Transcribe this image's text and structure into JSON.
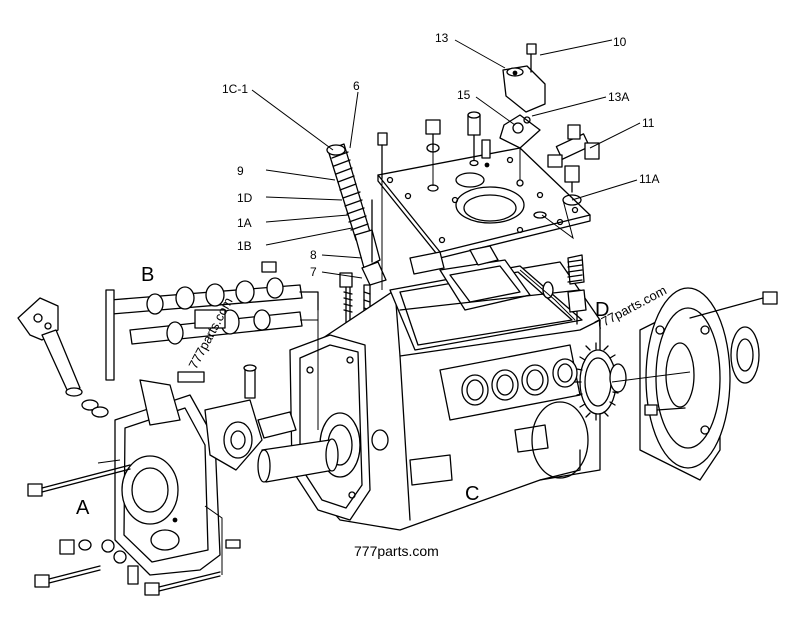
{
  "part_labels": {
    "p1C1": "1C-1",
    "p6": "6",
    "p9": "9",
    "p1D": "1D",
    "p1A": "1A",
    "p1B": "1B",
    "p8": "8",
    "p7": "7",
    "p13": "13",
    "p10": "10",
    "p15": "15",
    "p13A": "13A",
    "p11": "11",
    "p11A": "11A"
  },
  "group_labels": {
    "A": "A",
    "B": "B",
    "C": "C",
    "D": "D"
  },
  "watermarks": {
    "main": "777parts.com",
    "left": "777parts.com",
    "right": "777parts.com"
  }
}
